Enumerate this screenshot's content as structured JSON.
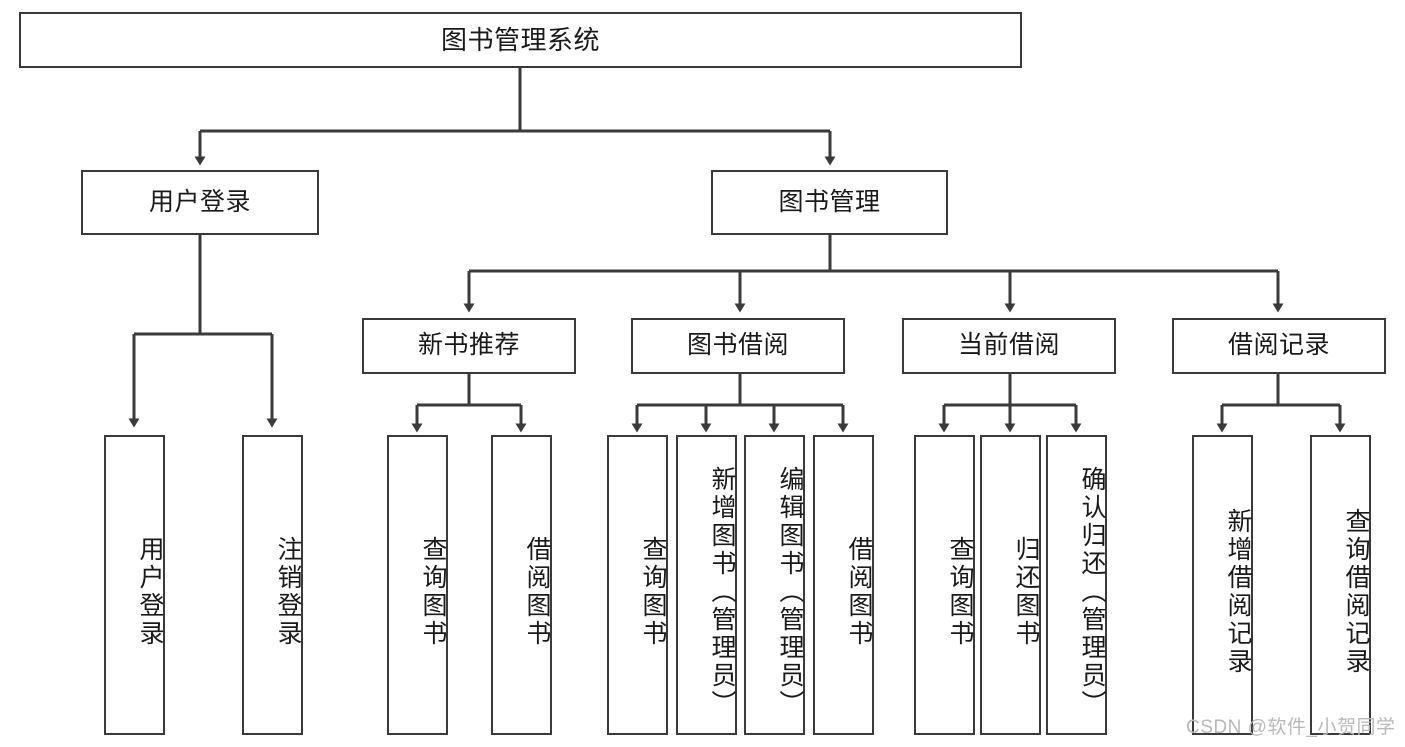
{
  "diagram": {
    "type": "tree-hierarchy-functional-decomposition",
    "title_node": "图书管理系统",
    "colors": {
      "box_stroke": "#3a3a3a",
      "box_fill": "#ffffff",
      "connector": "#3a3a3a",
      "background": "#ffffff",
      "watermark": "#b9b9b9"
    },
    "levels": {
      "root": {
        "label": "图书管理系统"
      },
      "level2": [
        {
          "label": "用户登录"
        },
        {
          "label": "图书管理"
        }
      ],
      "level3": [
        {
          "label": "新书推荐"
        },
        {
          "label": "图书借阅"
        },
        {
          "label": "当前借阅"
        },
        {
          "label": "借阅记录"
        }
      ],
      "leaves": {
        "user_login": [
          {
            "label": "用户登录"
          },
          {
            "label": "注销登录"
          }
        ],
        "new_book_recommend": [
          {
            "label": "查询图书"
          },
          {
            "label": "借阅图书"
          }
        ],
        "book_borrow": [
          {
            "label": "查询图书"
          },
          {
            "label": "新增图书（管理员）"
          },
          {
            "label": "编辑图书（管理员）"
          },
          {
            "label": "借阅图书"
          }
        ],
        "current_borrow": [
          {
            "label": "查询图书"
          },
          {
            "label": "归还图书"
          },
          {
            "label": "确认归还（管理员）"
          }
        ],
        "borrow_records": [
          {
            "label": "新增借阅记录"
          },
          {
            "label": "查询借阅记录"
          }
        ]
      }
    }
  },
  "watermark": {
    "text": "CSDN @软件_小贺同学"
  }
}
